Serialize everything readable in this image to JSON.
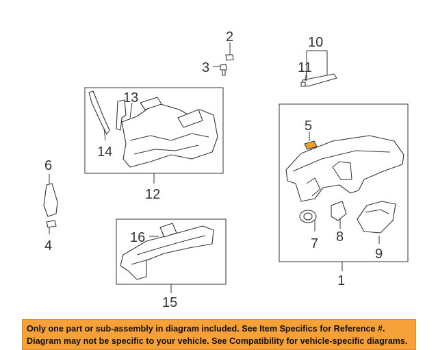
{
  "callouts": {
    "c1": "1",
    "c2": "2",
    "c3": "3",
    "c4": "4",
    "c5": "5",
    "c6": "6",
    "c7": "7",
    "c8": "8",
    "c9": "9",
    "c10": "10",
    "c11": "11",
    "c12": "12",
    "c13": "13",
    "c14": "14",
    "c15": "15",
    "c16": "16"
  },
  "banner": {
    "line1": "Only one part or sub-assembly in diagram included. See Item Specifics for Reference #.",
    "line2": "Diagram may not be specific to your vehicle. See Compatibility for vehicle-specific diagrams."
  },
  "colors": {
    "banner_bg": "#f5a038",
    "highlight_part": "#f0a030",
    "line": "#333333"
  }
}
